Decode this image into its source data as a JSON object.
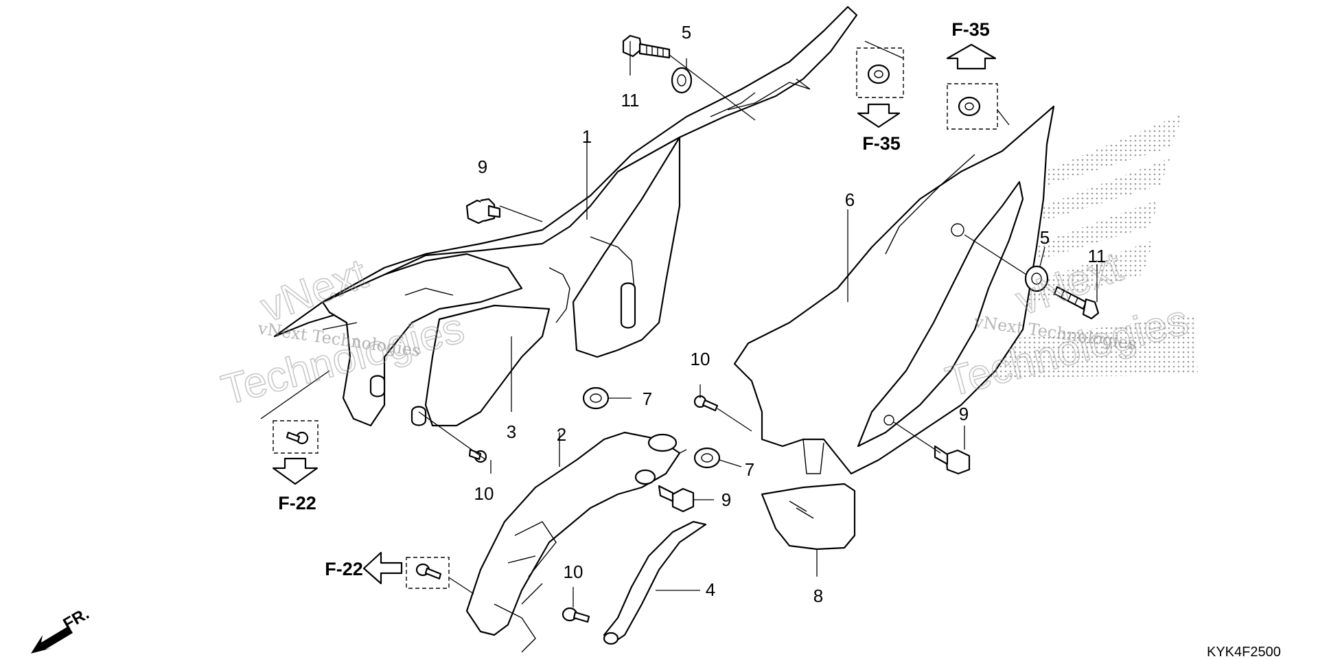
{
  "diagram": {
    "callouts": {
      "c1": "1",
      "c2": "2",
      "c3": "3",
      "c4": "4",
      "c5a": "5",
      "c5b": "5",
      "c6": "6",
      "c7a": "7",
      "c7b": "7",
      "c8": "8",
      "c9a": "9",
      "c9b": "9",
      "c9c": "9",
      "c10a": "10",
      "c10b": "10",
      "c10c": "10",
      "c11a": "11",
      "c11b": "11"
    },
    "refs": {
      "f35_top": "F-35",
      "f35_mid": "F-35",
      "f22_left": "F-22",
      "f22_bottom": "F-22"
    },
    "direction_label": "FR.",
    "diagram_code": "KYK4F2500",
    "watermarks": {
      "left_small": "vNext Technologies",
      "left_big1": "vNext",
      "left_big2": "Technologies",
      "right_small": "vNext Technologies",
      "right_big1": "vNext",
      "right_big2": "Technologies"
    }
  }
}
